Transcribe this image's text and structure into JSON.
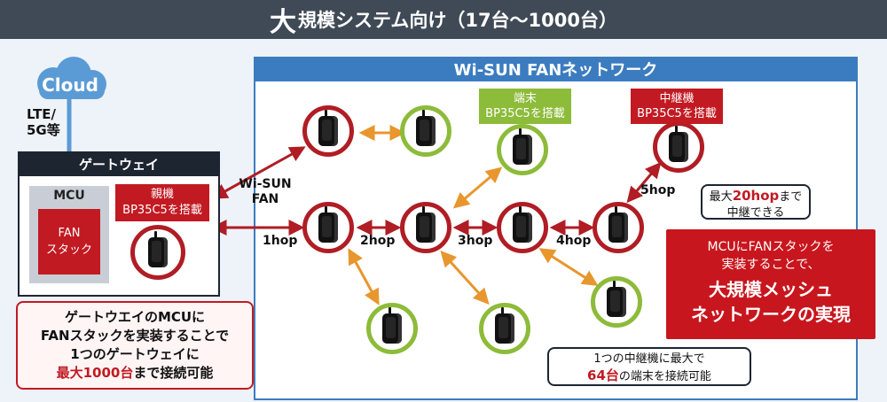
{
  "header": {
    "title_big": "大",
    "title_rest": "規模システム向け（17台〜1000台）"
  },
  "cloud": {
    "label": "Cloud",
    "link_line1": "LTE/",
    "link_line2": "5G等"
  },
  "gateway": {
    "title": "ゲートウェイ",
    "mcu_label": "MCU",
    "fan_stack_line1": "FAN",
    "fan_stack_line2": "スタック",
    "parent_line1": "親機",
    "parent_line2": "BP35C5を搭載"
  },
  "network": {
    "title": "Wi-SUN FANネットワーク",
    "wisun_line1": "Wi-SUN",
    "wisun_line2": "FAN",
    "hops": [
      "1hop",
      "2hop",
      "3hop",
      "4hop",
      "5hop"
    ],
    "terminal_tag_line1": "端末",
    "terminal_tag_line2": "BP35C5を搭載",
    "relay_tag_line1": "中継機",
    "relay_tag_line2": "BP35C5を搭載"
  },
  "callouts": {
    "max_hop_pre": "最大",
    "max_hop_value": "20hop",
    "max_hop_post": "まで",
    "max_hop_line2": "中継できる",
    "relay_line1": "1つの中継機に最大で",
    "relay_value": "64台",
    "relay_post": "の端末を接続可能"
  },
  "gateway_note": {
    "line1": "ゲートウエイのMCUに",
    "line2": "FANスタックを実装することで",
    "line3": "1つのゲートウェイに",
    "line4_value": "最大1000台",
    "line4_post": "まで接続可能"
  },
  "mesh_box": {
    "line1": "MCUにFANスタックを",
    "line2": "実装することで、",
    "line3": "大規模メッシュ",
    "line4": "ネットワークの実現"
  },
  "colors": {
    "header_bg": "#3f4a56",
    "network_blue": "#3b7cc0",
    "relay_red": "#b01d24",
    "terminal_green": "#8dbb3a",
    "mesh_arrow_orange": "#e8962e",
    "cloud_blue": "#5b9bd5"
  }
}
